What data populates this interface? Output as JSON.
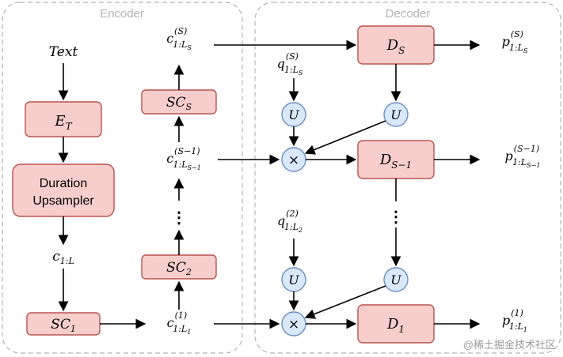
{
  "encoder": {
    "title": "Encoder",
    "text_input": "Text",
    "e_t": {
      "main": "E",
      "sub": "T"
    },
    "duration_upsampler": [
      "Duration",
      "Upsampler"
    ],
    "c_input": {
      "main": "c",
      "sub": "1:L"
    },
    "sc1": {
      "main": "SC",
      "sub": "1"
    },
    "c1": {
      "main": "c",
      "sup": "(1)",
      "sub": "1:L",
      "subsub": "1"
    },
    "sc2": {
      "main": "SC",
      "sub": "2"
    },
    "cS1": {
      "main": "c",
      "sup": "(S−1)",
      "sub": "1:L",
      "subsub": "S−1"
    },
    "scS": {
      "main": "SC",
      "sub": "S"
    },
    "cS": {
      "main": "c",
      "sup": "(S)",
      "sub": "1:L",
      "subsub": "S"
    }
  },
  "decoder": {
    "title": "Decoder",
    "qS": {
      "main": "q",
      "sup": "(S)",
      "sub": "1:L",
      "subsub": "S"
    },
    "q2": {
      "main": "q",
      "sup": "(2)",
      "sub": "1:L",
      "subsub": "2"
    },
    "ds": {
      "main": "D",
      "sub": "S"
    },
    "ds1": {
      "main": "D",
      "sub": "S−1"
    },
    "d1": {
      "main": "D",
      "sub": "1"
    },
    "pS": {
      "main": "p",
      "sup": "(S)",
      "sub": "1:L",
      "subsub": "S"
    },
    "pS1": {
      "main": "p",
      "sup": "(S−1)",
      "sub": "1:L",
      "subsub": "S−1"
    },
    "p1": {
      "main": "p",
      "sup": "(1)",
      "sub": "1:L",
      "subsub": "1"
    },
    "u_label": "U",
    "multiply_label": "×"
  },
  "dots": "⋮",
  "watermark": "@稀土掘金技术社区",
  "colors": {
    "box_fill": "#f8cecc",
    "box_stroke": "#b85450",
    "circle_fill": "#dae8fc",
    "circle_stroke": "#6c8ebf",
    "group_stroke": "#b3b3b3",
    "group_title": "#b3b3b3"
  }
}
